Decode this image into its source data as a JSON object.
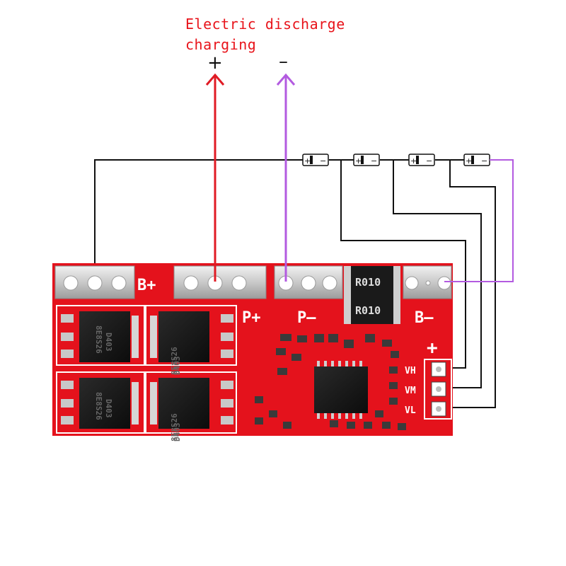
{
  "header": {
    "line1": "Electric discharge",
    "line2": "charging",
    "plus_symbol": "+",
    "minus_symbol": "–"
  },
  "board": {
    "pad_labels": [
      "B+",
      "P+",
      "P–",
      "B–"
    ],
    "resistors": [
      "R010",
      "R010"
    ],
    "mosfets": [
      {
        "line1": "D403",
        "line2": "8E8S26"
      },
      {
        "line1": "D403",
        "line2": "8E8S26"
      },
      {
        "line1": "D403",
        "line2": "8E8S26"
      },
      {
        "line1": "D403",
        "line2": "8E8S26"
      }
    ],
    "connector_plus": "+",
    "connector_labels": [
      "VH",
      "VM",
      "VL"
    ]
  },
  "batteries": {
    "count": 4,
    "symbol": "+ −"
  },
  "colors": {
    "pcb": "#e4121c",
    "positive_wire": "#e01b24",
    "negative_wire": "#b35be0",
    "wire": "#111111",
    "title": "#e8141b"
  }
}
